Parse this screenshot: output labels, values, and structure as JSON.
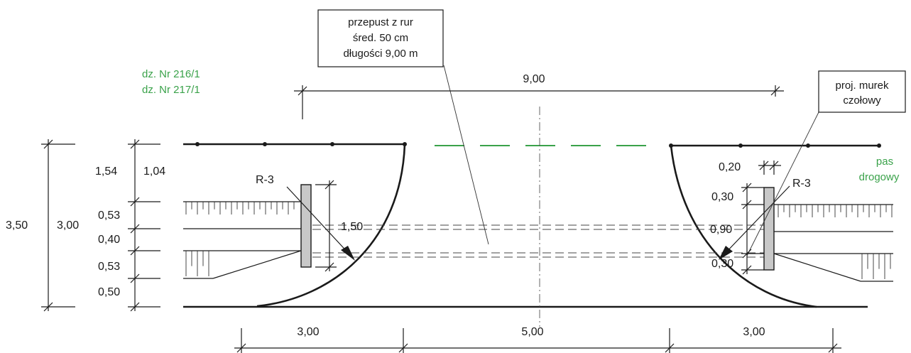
{
  "callouts": {
    "culvert": [
      "przepust z rur",
      "śred. 50 cm",
      "długości 9,00 m"
    ],
    "headwall": [
      "proj. murek",
      "czołowy"
    ]
  },
  "plots": [
    "dz. Nr 216/1",
    "dz. Nr 217/1"
  ],
  "road_belt": [
    "pas",
    "drogowy"
  ],
  "markers": {
    "left": "R-3",
    "right": "R-3"
  },
  "dims": {
    "top": "9,00",
    "bottom_left": "3,00",
    "bottom_mid": "5,00",
    "bottom_right": "3,00",
    "total_height": "3,50",
    "height": "3,00",
    "l1": "1,54",
    "l2": "1,04",
    "l3": "0,53",
    "l4": "0,40",
    "l5": "0,53",
    "l6": "0,50",
    "wall_height": "1,50",
    "r_top": "0,20",
    "r1": "0,30",
    "r2": "0,90",
    "r3": "0,30"
  },
  "colors": {
    "green": "#3aa24a",
    "ink": "#1a1a1a",
    "fill": "#c8c8c8"
  }
}
